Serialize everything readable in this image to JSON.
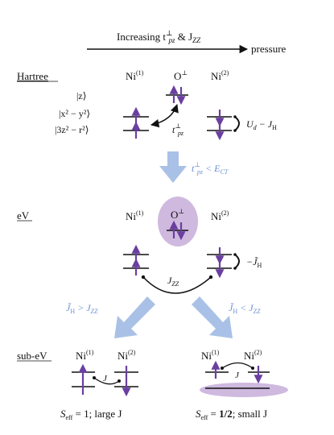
{
  "header": {
    "increasing_label": "Increasing t",
    "t_sup": "⊥",
    "t_sub": "pz",
    "amp_j": " & J",
    "j_sub": "ZZ",
    "pressure_label": "pressure"
  },
  "hartree": {
    "label": "Hartree",
    "ni1": "Ni",
    "ni1_sup": "(1)",
    "o": "O",
    "o_sup": "⊥",
    "ni2": "Ni",
    "ni2_sup": "(2)",
    "orbital_z": "|z⟩",
    "orbital_x2y2": "|x² − y²⟩",
    "orbital_3z2r2": "|3z² − r²⟩",
    "hop_label": "t",
    "hop_sup": "⊥",
    "hop_sub": "pz",
    "ud_label": "U",
    "ud_sub": "d",
    "ud_minus": " − J",
    "jh_sub": "H"
  },
  "transition1": {
    "t": "t",
    "t_sup": "⊥",
    "t_sub": "pz",
    "lt": " < E",
    "e_sub": "CT"
  },
  "ev": {
    "label": "eV",
    "ni1": "Ni",
    "ni1_sup": "(1)",
    "o": "O",
    "o_sup": "⊥",
    "ni2": "Ni",
    "ni2_sup": "(2)",
    "jh_label": "−J̃",
    "jh_sub": "H",
    "jzz_label": "J",
    "jzz_sub": "ZZ"
  },
  "branches": {
    "left_j": "J̃",
    "left_j_sub": "H",
    "left_op": " > J",
    "left_sub": "ZZ",
    "right_j": "J̃",
    "right_j_sub": "H",
    "right_op": " < J",
    "right_sub": "ZZ"
  },
  "subev": {
    "label": "sub-eV",
    "left_ni1": "Ni",
    "left_ni1_sup": "(1)",
    "left_ni2": "Ni",
    "left_ni2_sup": "(2)",
    "right_ni1": "Ni",
    "right_ni1_sup": "(1)",
    "right_ni2": "Ni",
    "right_ni2_sup": "(2)",
    "left_j": "J",
    "right_j": "J",
    "left_result_s": "S",
    "left_result_sub": "eff",
    "left_result_val": " = 1;  large J",
    "right_result_s": "S",
    "right_result_sub": "eff",
    "right_result_val": " = ",
    "right_result_bold": "1/2",
    "right_result_tail": ";  small J"
  },
  "colors": {
    "spin": "#6a3fa0",
    "blue_text": "#6a90d6",
    "blue_arrow": "#a9c1e6",
    "oval": "#cfb9df",
    "line": "#111111"
  }
}
